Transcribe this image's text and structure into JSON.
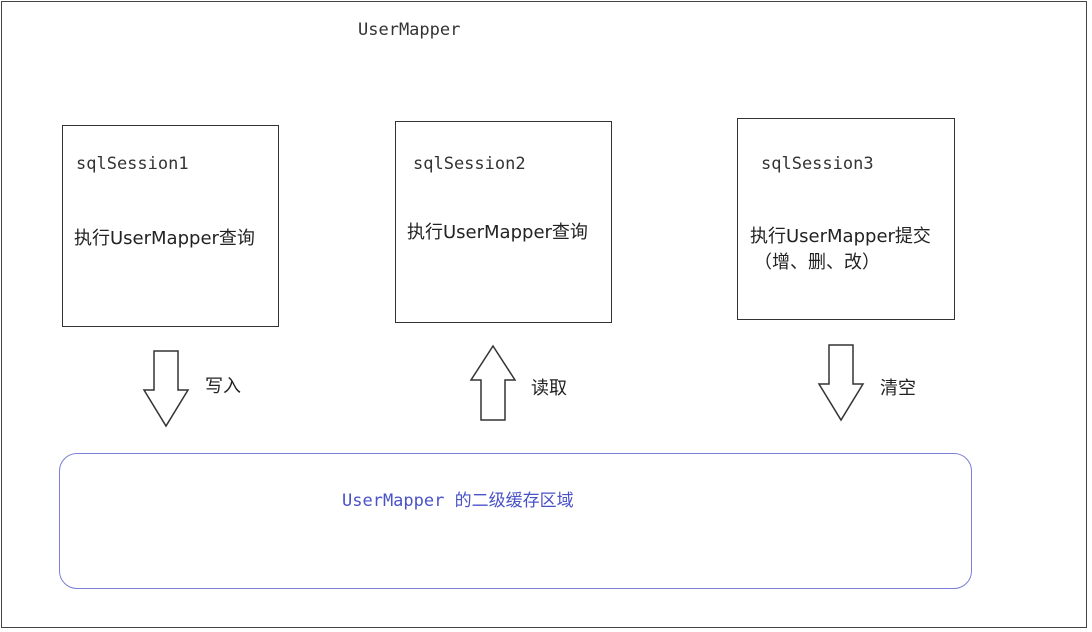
{
  "title": "UserMapper",
  "sessions": [
    {
      "name": "sqlSession1",
      "action": "执行UserMapper查询",
      "action_line2": ""
    },
    {
      "name": "sqlSession2",
      "action": "执行UserMapper查询",
      "action_line2": ""
    },
    {
      "name": "sqlSession3",
      "action": "执行UserMapper提交",
      "action_line2": "（增、删、改）"
    }
  ],
  "arrows": [
    {
      "direction": "down",
      "label": "写入"
    },
    {
      "direction": "up",
      "label": "读取"
    },
    {
      "direction": "down",
      "label": "清空"
    }
  ],
  "cache": {
    "label": "UserMapper 的二级缓存区域"
  },
  "colors": {
    "border": "#333333",
    "cache_border": "#7b7fd6",
    "cache_text": "#4a52c8"
  }
}
